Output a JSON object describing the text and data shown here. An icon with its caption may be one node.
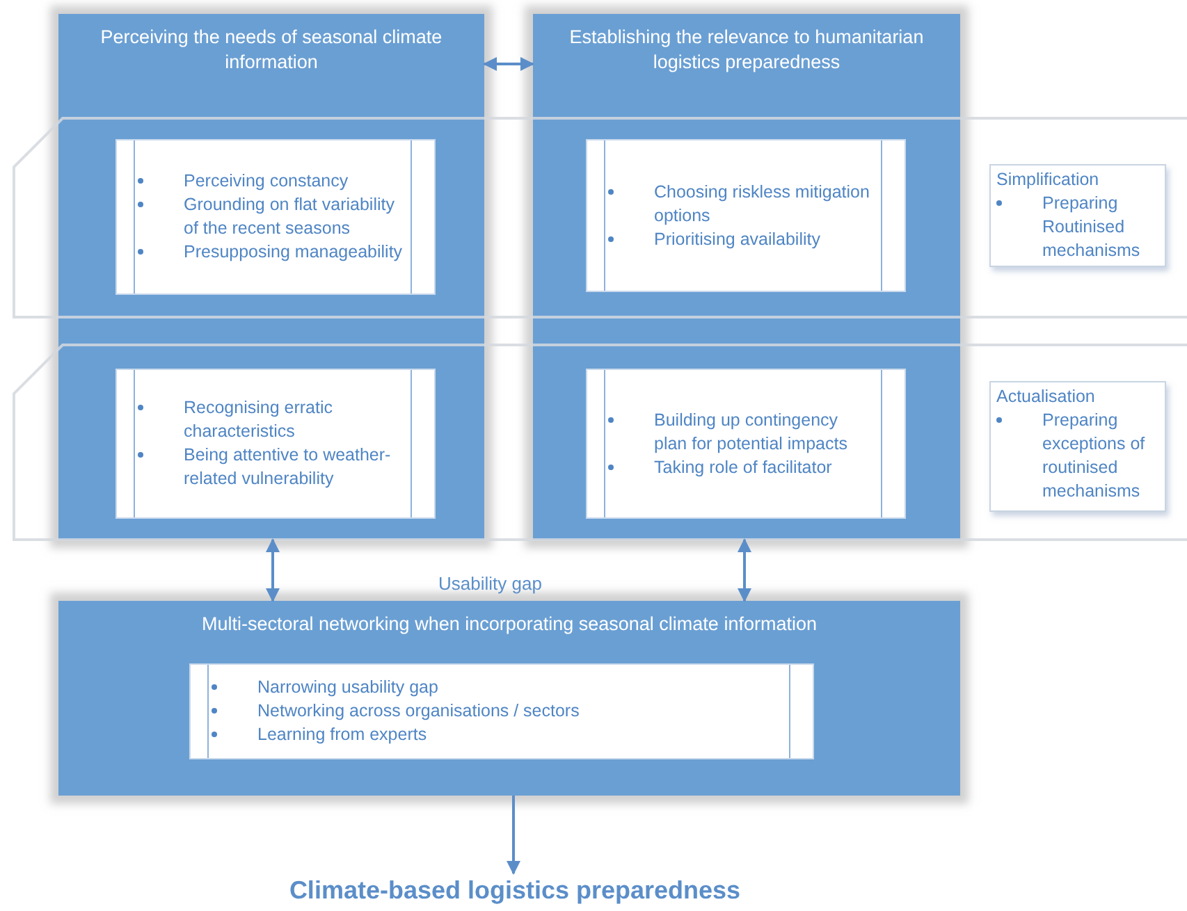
{
  "diagram": {
    "nodes": [
      {
        "text": [
          "Perceiving the needs of seasonal climate information"
        ]
      },
      {
        "text": [
          "Establishing the relevance to humanitarian logistics preparedness"
        ]
      },
      {
        "text": [
          "Perceiving constancy",
          "Grounding on flat variability of the recent seasons",
          "Presupposing manageability"
        ],
        "in": 0
      },
      {
        "text": [
          "Choosing riskless mitigation options",
          "Prioritising availability"
        ],
        "in": 1
      },
      {
        "text": [
          "Recognising erratic characteristics",
          "Being attentive to weather-related vulnerability"
        ],
        "in": 0
      },
      {
        "text": [
          "Building up contingency plan for potential impacts",
          "Taking role of facilitator"
        ],
        "in": 1
      },
      {
        "text": [
          "Simplification",
          "Preparing Routinised mechanisms"
        ]
      },
      {
        "text": [
          "Actualisation",
          "Preparing exceptions of routinised mechanisms"
        ]
      },
      {
        "text": [
          "Multi-sectoral networking when incorporating seasonal climate information"
        ]
      },
      {
        "text": [
          "Narrowing usability gap",
          "Networking across organisations / sectors",
          "Learning from experts"
        ],
        "in": 8
      },
      {
        "text": [
          "Climate-based logistics preparedness"
        ]
      }
    ],
    "edges": [
      {
        "from": 0,
        "to": 1,
        "arrow": "both"
      },
      {
        "from": 0,
        "to": 8,
        "arrow": "both"
      },
      {
        "from": 1,
        "to": 8,
        "arrow": "both"
      },
      {
        "from": 8,
        "to": 10,
        "arrow": "to"
      }
    ],
    "labels": [
      "Usability gap"
    ]
  }
}
